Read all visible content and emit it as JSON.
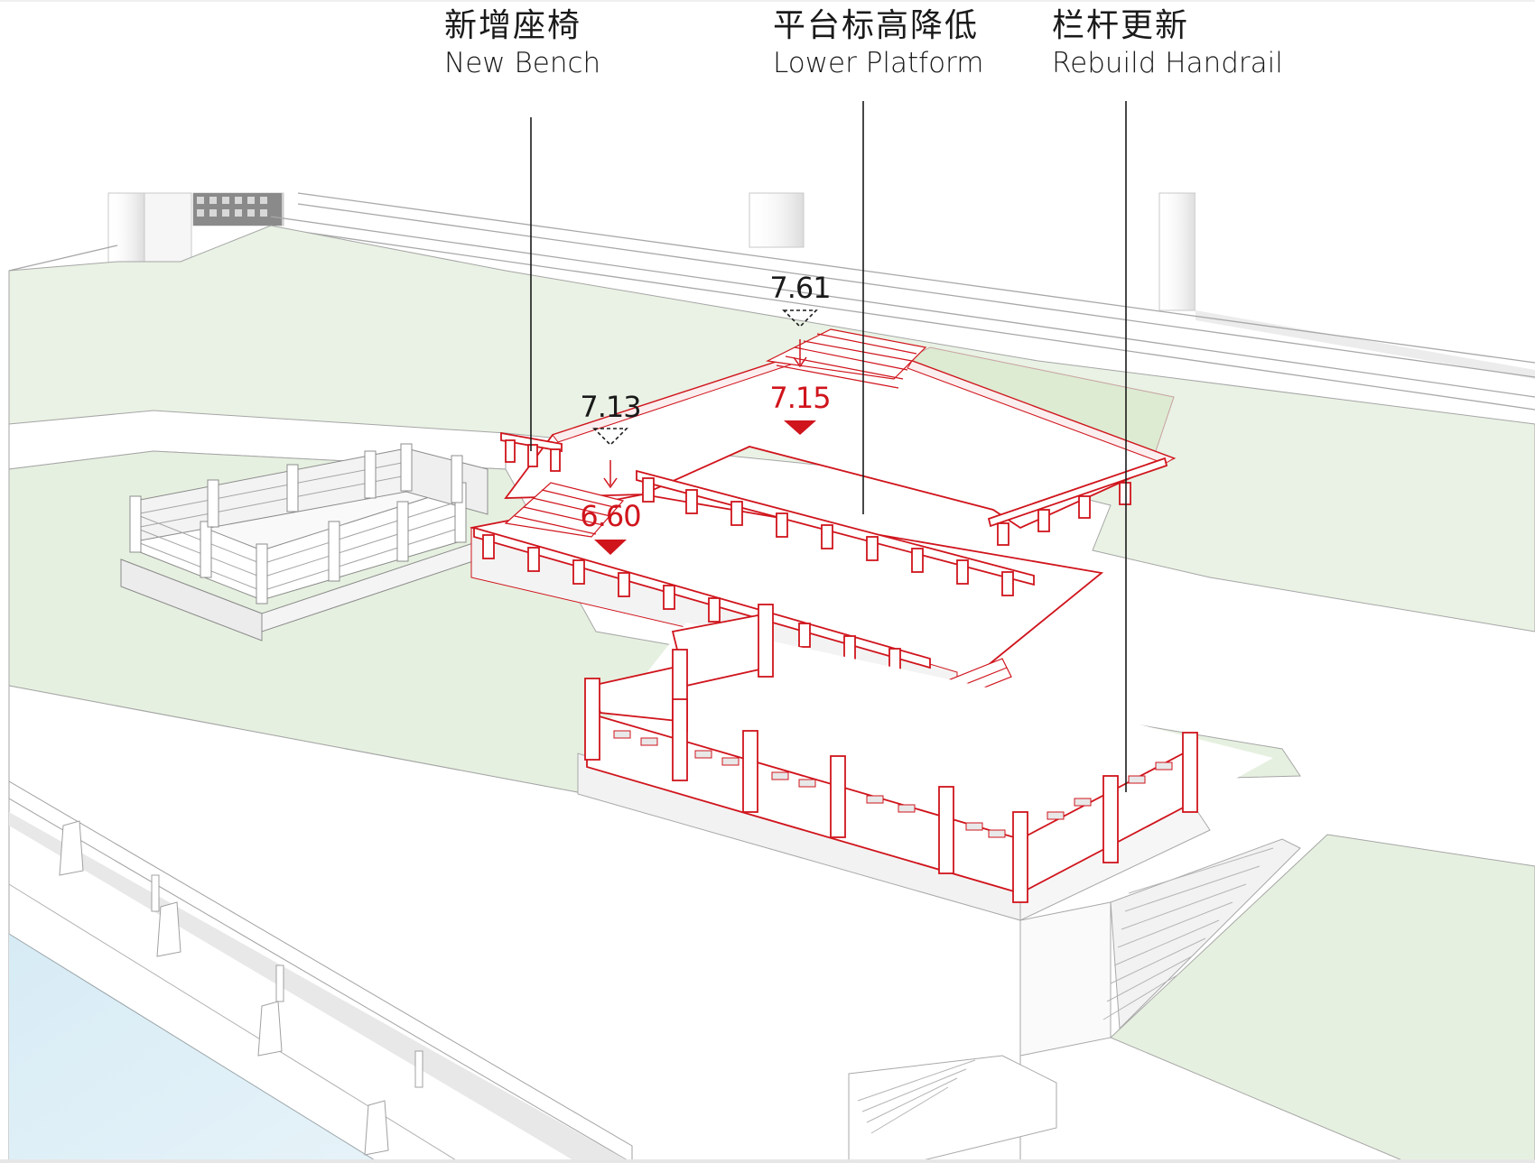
{
  "colors": {
    "accent_red": "#d0141c",
    "grass_green": "#e4efdf",
    "water_blue": "#dcedf6",
    "line_gray": "#9a9a9a",
    "leader_black": "#1a1a1a"
  },
  "annotations": [
    {
      "id": "bench",
      "zh": "新增座椅",
      "en": "New Bench"
    },
    {
      "id": "platform",
      "zh": "平台标高降低",
      "en": "Lower Platform"
    },
    {
      "id": "handrail",
      "zh": "栏杆更新",
      "en": "Rebuild Handrail"
    }
  ],
  "elevations": {
    "upper": {
      "old": "7.61",
      "new": "7.15"
    },
    "lower": {
      "old": "7.13",
      "new": "6.60"
    }
  },
  "legend_symbols": {
    "old_level": "dashed-triangle",
    "new_level": "filled-red-triangle",
    "change": "down-arrow"
  }
}
